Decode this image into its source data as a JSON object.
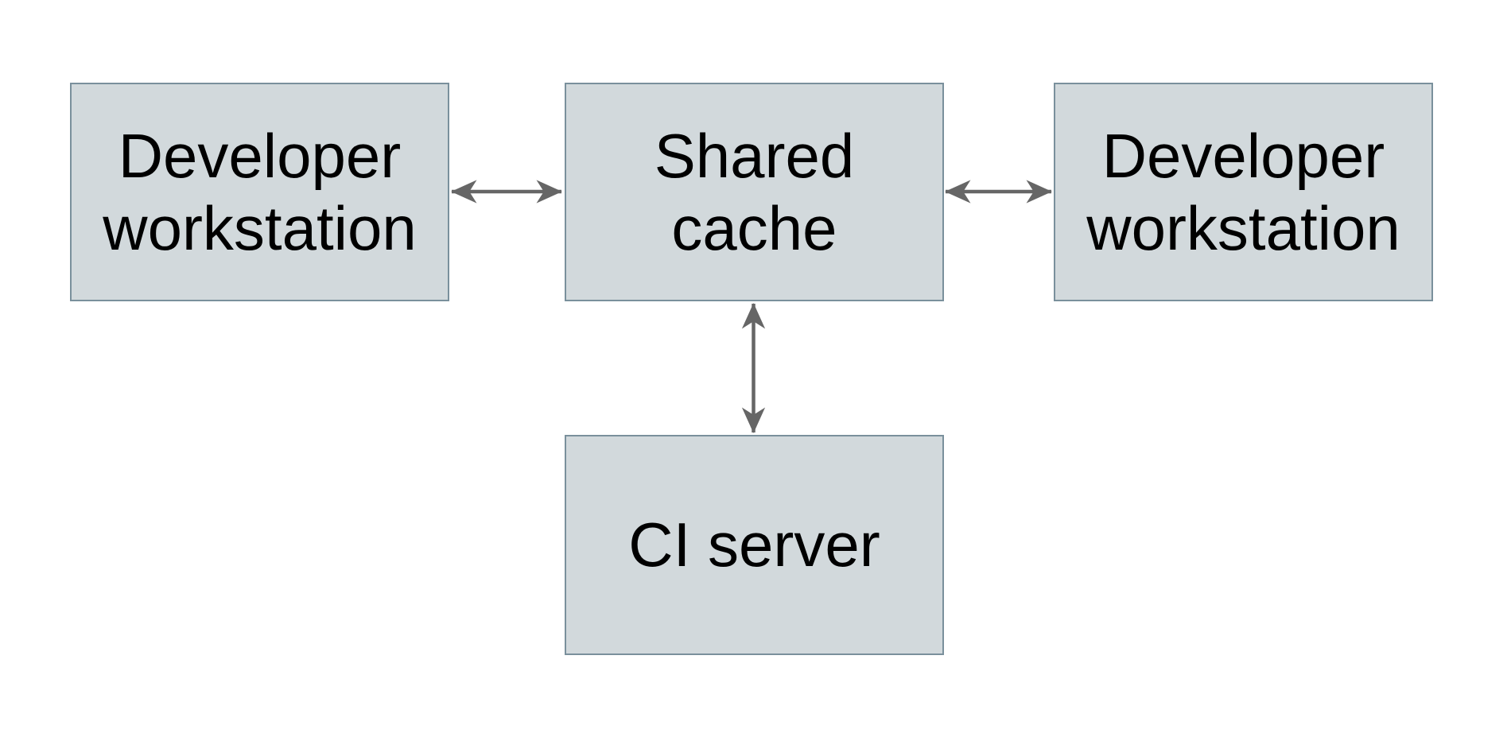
{
  "diagram": {
    "title": "",
    "nodes": [
      {
        "id": "developer-workstation-left",
        "label": "Developer workstation",
        "lines": [
          "Developer",
          "workstation"
        ]
      },
      {
        "id": "shared-cache",
        "label": "Shared cache",
        "lines": [
          "Shared",
          "cache"
        ]
      },
      {
        "id": "developer-workstation-right",
        "label": "Developer workstation",
        "lines": [
          "Developer",
          "workstation"
        ]
      },
      {
        "id": "ci-server",
        "label": "CI server",
        "lines": [
          "CI server"
        ]
      }
    ],
    "edges": [
      {
        "from": "developer-workstation-left",
        "to": "shared-cache",
        "style": "double-headed-arrow"
      },
      {
        "from": "shared-cache",
        "to": "developer-workstation-right",
        "style": "double-headed-arrow"
      },
      {
        "from": "shared-cache",
        "to": "ci-server",
        "style": "double-headed-arrow"
      }
    ],
    "colors": {
      "background": "#ffffff",
      "node_fill": "#d2d9dc",
      "node_border": "#7a909c",
      "arrow": "#666666",
      "text": "#000000"
    }
  }
}
